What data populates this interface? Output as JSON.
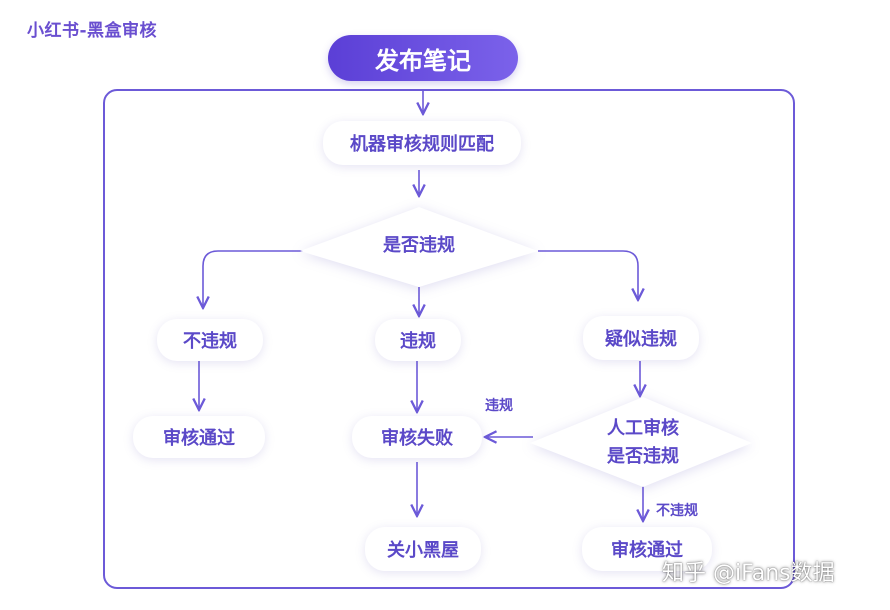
{
  "corner_title": "小红书-黑盒审核",
  "colors": {
    "accent": "#6c5ad8",
    "start_gradient": [
      "#5b3fd6",
      "#7b62ea"
    ],
    "text": "#5b49c8"
  },
  "nodes": {
    "start": "发布笔记",
    "machine_match": "机器审核规则匹配",
    "not_violation": "不违规",
    "violation": "违规",
    "suspected": "疑似违规",
    "pass_left": "审核通过",
    "fail": "审核失败",
    "pass_right": "审核通过",
    "blackroom": "关小黑屋"
  },
  "decisions": {
    "is_violation": "是否违规",
    "manual_line1": "人工审核",
    "manual_line2": "是否违规"
  },
  "edge_labels": {
    "to_fail": "违规",
    "to_pass": "不违规"
  },
  "watermark": "知乎 @iFans数据"
}
